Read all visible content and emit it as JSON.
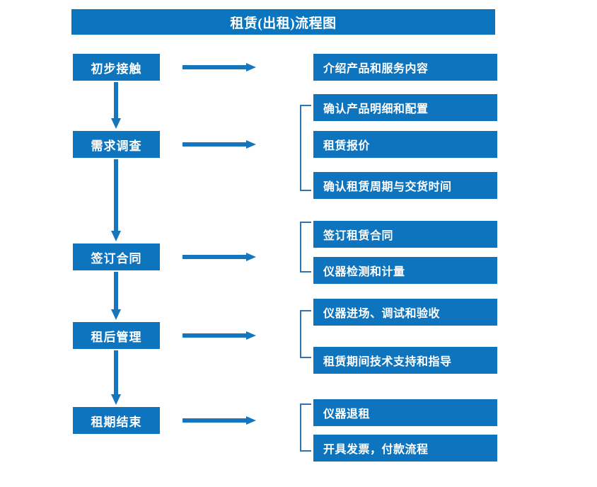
{
  "diagram": {
    "title": "租赁(出租)流程图",
    "accent_color": "#0E74BE",
    "title_bar_color": "#0B74BE",
    "bracket_color": "#2E75B6",
    "arrow_color": "#0E74BE",
    "text_color": "#FFFFFF",
    "background_color": "#FFFFFF"
  },
  "stages": [
    {
      "label": "初步接触"
    },
    {
      "label": "需求调查"
    },
    {
      "label": "签订合同"
    },
    {
      "label": "租后管理"
    },
    {
      "label": "租期结束"
    }
  ],
  "details": [
    {
      "label": "介绍产品和服务内容"
    },
    {
      "label": "确认产品明细和配置"
    },
    {
      "label": "租赁报价"
    },
    {
      "label": "确认租赁周期与交货时间"
    },
    {
      "label": "签订租赁合同"
    },
    {
      "label": "仪器检测和计量"
    },
    {
      "label": "仪器进场、调试和验收"
    },
    {
      "label": "租赁期间技术支持和指导"
    },
    {
      "label": "仪器退租"
    },
    {
      "label": "开具发票，付款流程"
    }
  ],
  "connectors": {
    "horizontal_arrow_count": 5,
    "vertical_arrow_count": 4,
    "bracket_count": 4
  }
}
